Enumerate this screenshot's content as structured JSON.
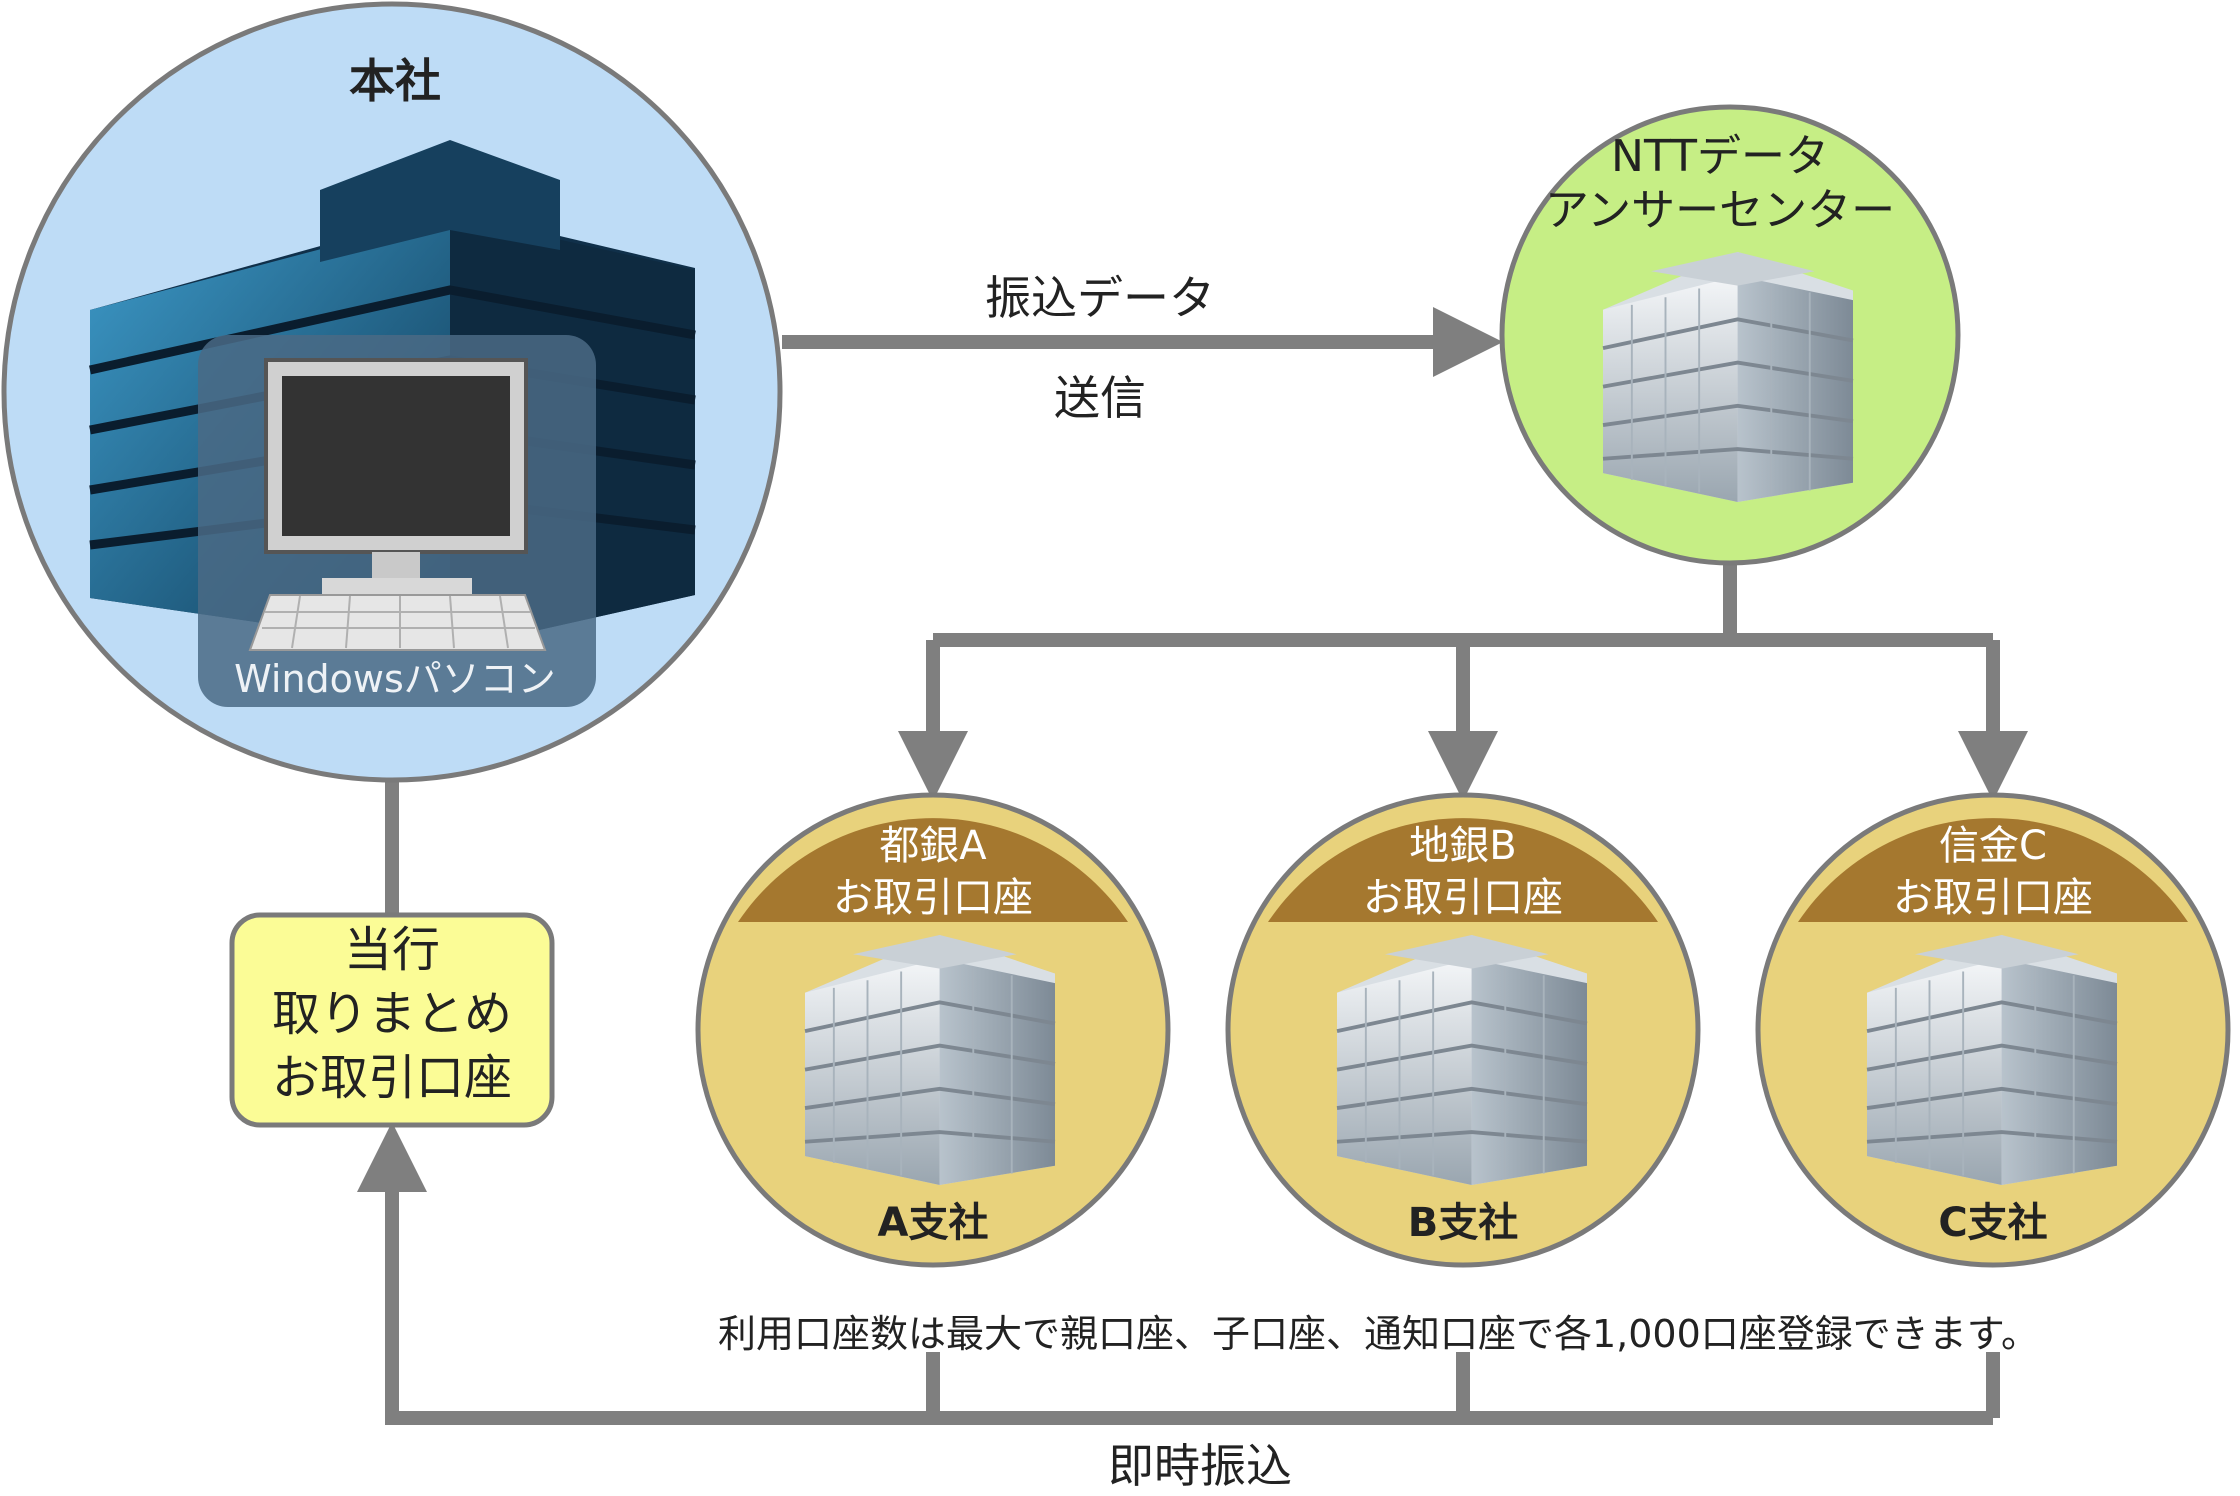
{
  "headquarters": {
    "title": "本社",
    "pc_label": "Windowsパソコン"
  },
  "center": {
    "title_line1": "NTTデータ",
    "title_line2": "アンサーセンター"
  },
  "transfer_send": {
    "line1": "振込データ",
    "line2": "送信"
  },
  "banks": [
    {
      "line1": "都銀A",
      "line2": "お取引口座",
      "branch": "A支社"
    },
    {
      "line1": "地銀B",
      "line2": "お取引口座",
      "branch": "B支社"
    },
    {
      "line1": "信金C",
      "line2": "お取引口座",
      "branch": "C支社"
    }
  ],
  "aggregate_account": {
    "line1": "当行",
    "line2": "取りまとめ",
    "line3": "お取引口座"
  },
  "note": "利用口座数は最大で親口座、子口座、通知口座で各1,000口座登録できます。",
  "instant_transfer": "即時振込",
  "colors": {
    "hq_circle": "#bedcf6",
    "center_circle": "#c6ee85",
    "bank_circle": "#e8d27c",
    "bank_header": "#a5782f",
    "aggregate_box": "#fbfc96",
    "arrow": "#7f7f7f"
  }
}
